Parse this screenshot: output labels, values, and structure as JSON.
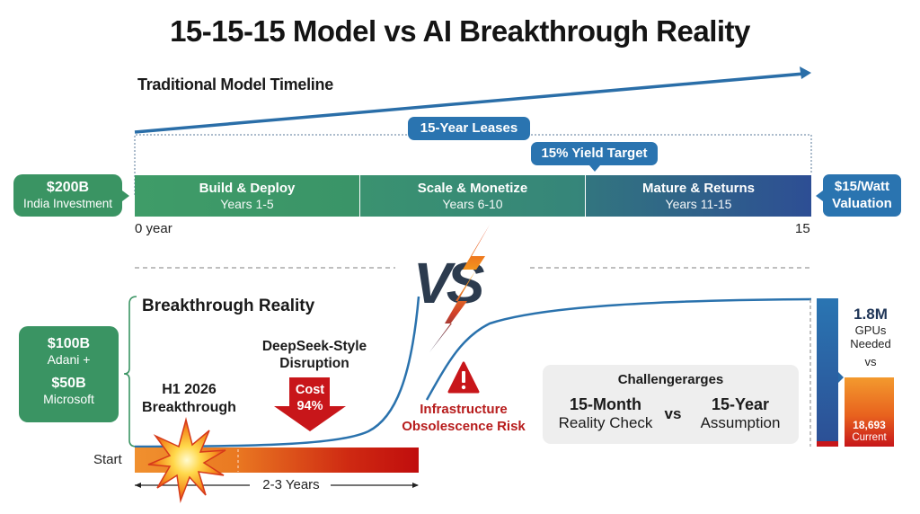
{
  "title": "15-15-15 Model vs AI Breakthrough Reality",
  "traditional": {
    "heading": "Traditional Model Timeline",
    "leases_label": "15-Year Leases",
    "yield_label": "15% Yield Target",
    "investment": {
      "amount": "$200B",
      "label": "India Investment"
    },
    "valuation": {
      "line1": "$15/Watt",
      "line2": "Valuation"
    },
    "segments": [
      {
        "title": "Build & Deploy",
        "years": "Years 1-5",
        "color": "#3d9a66"
      },
      {
        "title": "Scale & Monetize",
        "years": "Years 6-10",
        "color": "#36887a"
      },
      {
        "title": "Mature & Returns",
        "years": "Years 11-15",
        "color": "#2d4f94"
      }
    ],
    "axis_start": "0 year",
    "axis_end": "15"
  },
  "vs_label": "VS",
  "breakthrough": {
    "heading": "Breakthrough Reality",
    "funding": {
      "amount1": "$100B",
      "label1": "Adani +",
      "amount2": "$50B",
      "label2": "Microsoft"
    },
    "h1_label": {
      "line1": "H1 2026",
      "line2": "Breakthrough"
    },
    "deepseek_label": {
      "line1": "DeepSeek-Style",
      "line2": "Disruption"
    },
    "cost_arrow": {
      "line1": "Cost",
      "line2": "94%"
    },
    "risk_label": {
      "line1": "Infrastructure",
      "line2": "Obsolescence Risk"
    },
    "start_label": "Start",
    "duration_label": "2-3 Years"
  },
  "challenge": {
    "heading": "Challengerarges",
    "left": {
      "title": "15-Month",
      "subtitle": "Reality Check"
    },
    "vs": "vs",
    "right": {
      "title": "15-Year",
      "subtitle": "Assumption"
    }
  },
  "gpus": {
    "needed_value": "1.8M",
    "needed_line1": "GPUs",
    "needed_line2": "Needed",
    "vs": "vs",
    "current_value": "18,693",
    "current_label": "Current"
  },
  "colors": {
    "green": "#3a9463",
    "blue": "#2a74b0",
    "navy": "#2d4f94",
    "red": "#c0161a",
    "orange": "#f08a2a"
  }
}
